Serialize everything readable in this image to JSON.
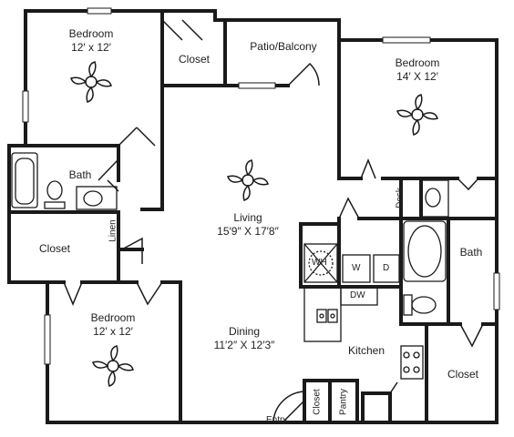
{
  "rooms": {
    "bedroom_top_left": {
      "name": "Bedroom",
      "size": "12′ x 12′"
    },
    "bedroom_right": {
      "name": "Bedroom",
      "size": "14′ X 12′"
    },
    "bedroom_bottom_left": {
      "name": "Bedroom",
      "size": "12′ x 12′"
    },
    "closet_top": "Closet",
    "patio": "Patio/Balcony",
    "living": {
      "name": "Living",
      "size": "15′9″ X 17′8″"
    },
    "bath_left": "Bath",
    "closet_left": "Closet",
    "linen": "Linen",
    "desk": "Desk",
    "bath_right": "Bath",
    "dining": {
      "name": "Dining",
      "size": "11′2″ X 12′3″"
    },
    "kitchen": "Kitchen",
    "closet_right": "Closet",
    "closet_entry": "Closet",
    "pantry": "Pantry",
    "entry": "Entry"
  },
  "appliances": {
    "water_heater": "WH",
    "washer": "W",
    "dryer": "D",
    "dishwasher": "DW"
  }
}
